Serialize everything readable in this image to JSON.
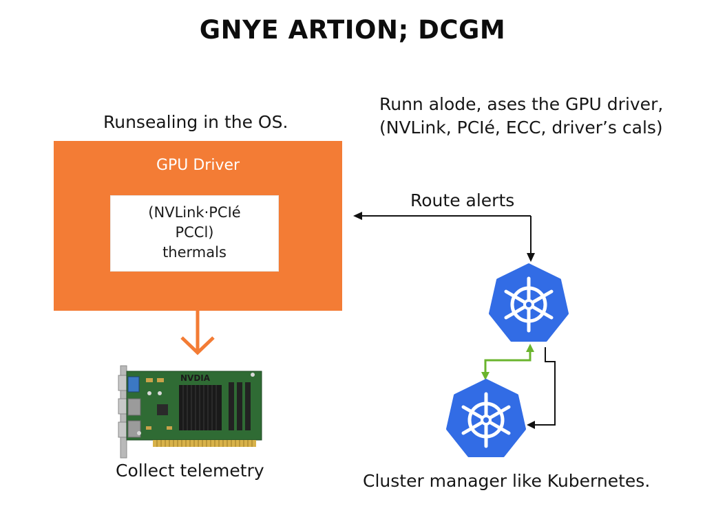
{
  "title": "GNYE ARTION; DCGM",
  "os_caption": "Runsealing in the OS.",
  "right_caption": {
    "line1": "Runn alode, ases the GPU driver,",
    "line2": "(NVLink, PCIé, ECC, driver’s cals)"
  },
  "driver": {
    "label": "GPU Driver",
    "inner_lines": [
      "(NVLink·PCIé",
      "PCCl)",
      "thermals"
    ]
  },
  "route_label": "Route alerts",
  "collect_label": "Collect telemetry",
  "cluster_label": "Cluster manager like Kubernetes.",
  "gpu_card_brand": "NVDIA",
  "colors": {
    "driver_box": "#f37c35",
    "kubernetes": "#326ce5",
    "green_arrow": "#6ab42d",
    "pcb_green": "#2f6b34"
  }
}
